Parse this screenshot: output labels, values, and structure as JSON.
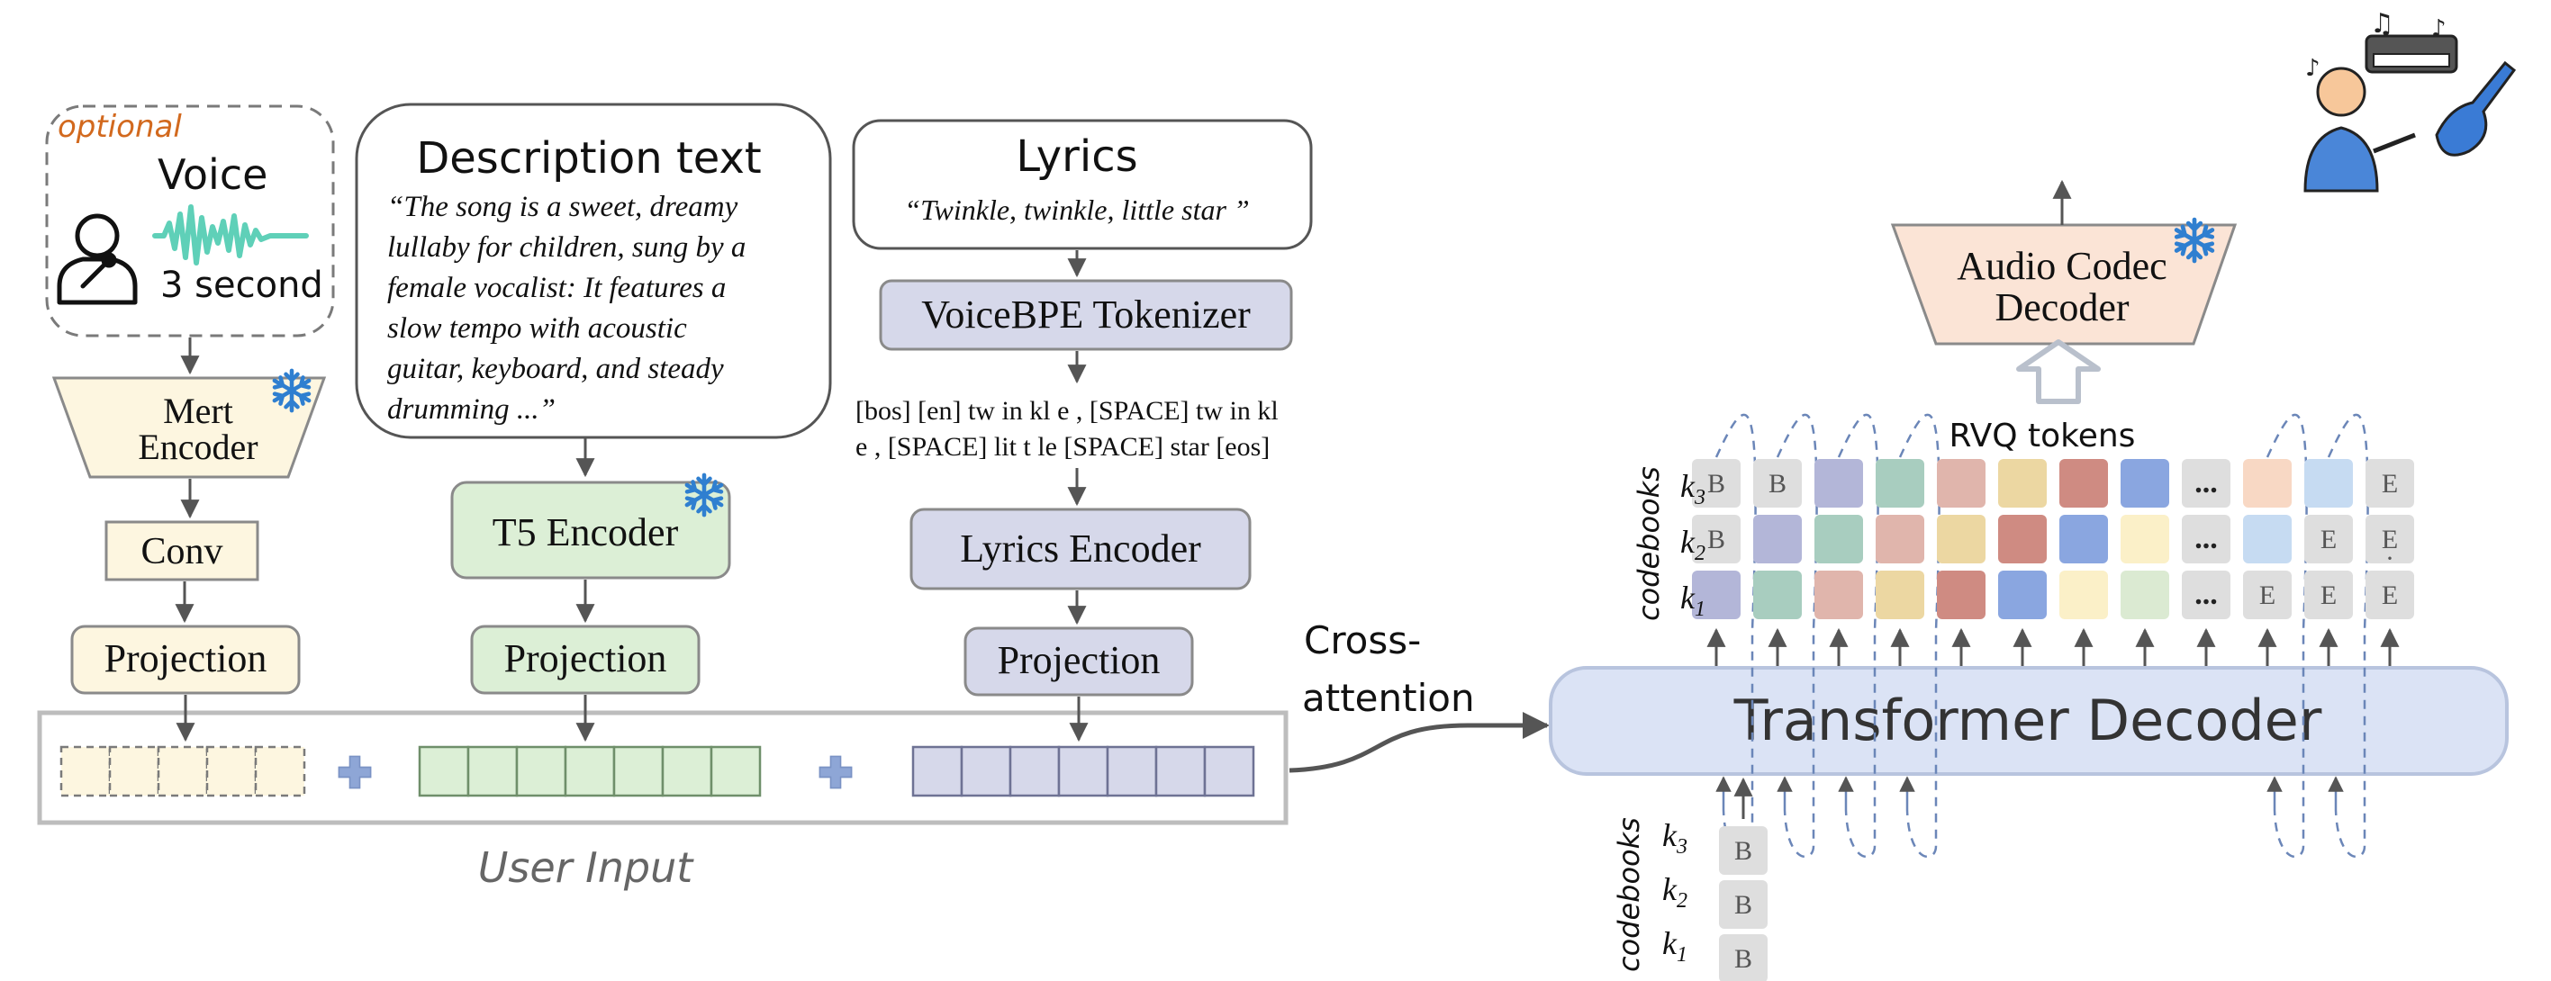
{
  "voice_panel": {
    "optional_label": "optional",
    "title": "Voice",
    "duration": "3 second"
  },
  "mert_encoder": {
    "line1": "Mert",
    "line2": "Encoder"
  },
  "conv": "Conv",
  "description": {
    "title": "Description text",
    "body": "“The song is a sweet, dreamy\nlullaby for children, sung by a\nfemale vocalist: It features a\nslow tempo with acoustic\nguitar, keyboard, and steady\ndrumming ...”"
  },
  "t5_encoder": "T5 Encoder",
  "lyrics": {
    "title": "Lyrics",
    "body": "“Twinkle, twinkle, little star ”"
  },
  "tokenizer": "VoiceBPE Tokenizer",
  "token_line1": "[bos] [en] tw  in  kl   e , [SPACE] tw  in  kl",
  "token_line2": "e , [SPACE] lit  t  le [SPACE] star [eos]",
  "lyrics_encoder": "Lyrics Encoder",
  "projection": "Projection",
  "user_input": "User Input",
  "cross_attention": {
    "line1": "Cross-",
    "line2": "attention"
  },
  "transformer_decoder": "Transformer Decoder",
  "audio_codec": {
    "line1": "Audio Codec",
    "line2": "Decoder"
  },
  "rvq_tokens": "RVQ tokens",
  "codebooks_label": "codebooks",
  "k_labels": [
    "k",
    "k",
    "k"
  ],
  "k_subs": [
    "3",
    "2",
    "1"
  ],
  "token_B": "B",
  "token_E": "E",
  "ellipsis": "...",
  "dot": "·",
  "colors": {
    "yellow_fill": "#fdf6e0",
    "green_fill": "#dcefd6",
    "purple_fill": "#d6d8ea",
    "decoder_fill": "#dbe3f5",
    "codec_fill": "#fbe4d6",
    "snowflake": "#2f7fd0"
  },
  "icons": [
    "person-microphone-icon",
    "waveform-icon",
    "snowflake-icon",
    "plus-icon",
    "musician-icons"
  ]
}
